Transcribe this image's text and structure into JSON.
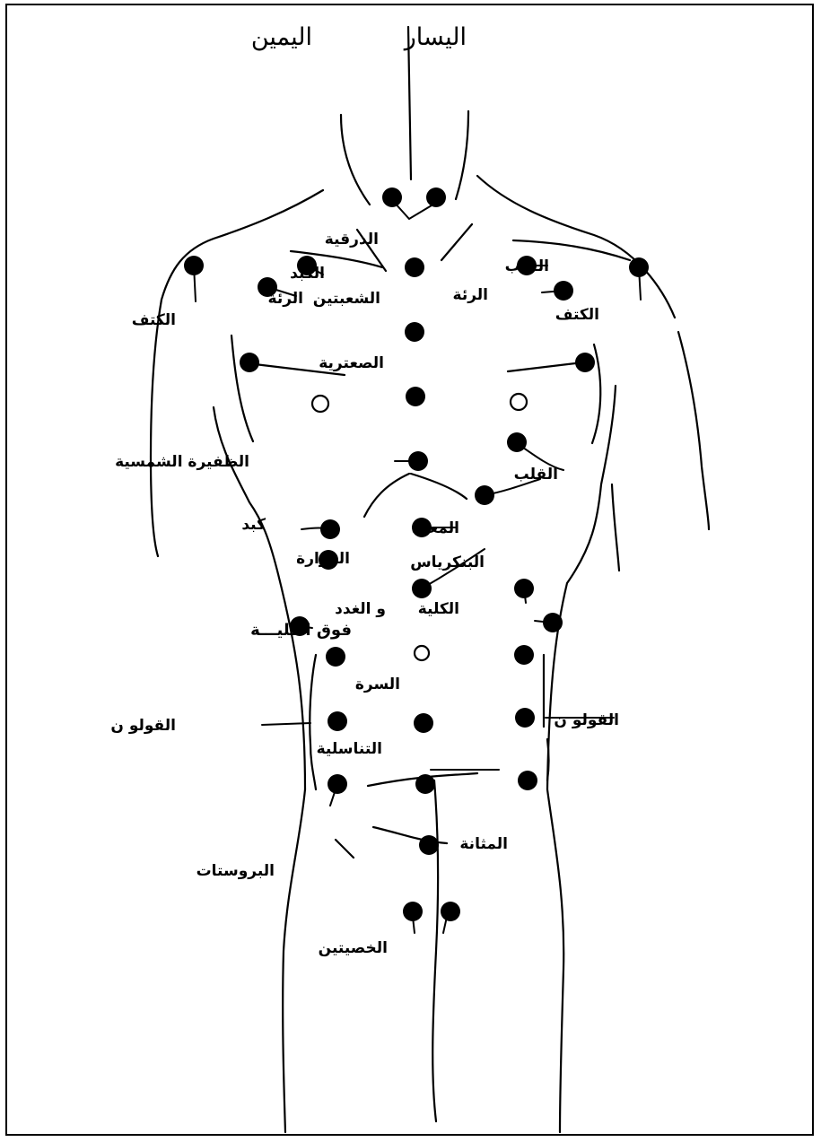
{
  "header": {
    "left_side": "اليسار",
    "right_side": "اليمين"
  },
  "labels": {
    "thyroid": "الدرقية",
    "liver_upper": "الكبد",
    "lung_right": "الرئة",
    "bronchi": "الشعبتين",
    "heart_upper": "القلب",
    "lung_left": "الرئة",
    "shoulder_right": "الكتف",
    "shoulder_left": "الكتف",
    "thymus": "الصعترية",
    "solar_plexus": "الظفيرة الشمسية",
    "heart_lower": "القلب",
    "liver_lower": "كبد",
    "stomach": "المعدة",
    "gallbladder": "المرارة",
    "pancreas": "البنكرياس",
    "kidney": "الكلية",
    "and_glands": "و الغدد",
    "adrenal": "فوق الكليـــة",
    "navel": "السرة",
    "colon_right": "القولو ن",
    "colon_left": "القولو ن",
    "genital": "التناسلية",
    "bladder": "المثانة",
    "prostate": "البروستات",
    "testicles": "الخصيتين"
  }
}
